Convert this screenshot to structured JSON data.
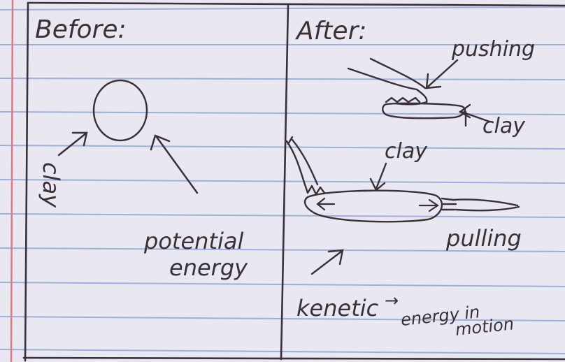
{
  "colors": {
    "paper": "#e9e7f0",
    "rule_line": "#8fa7d6",
    "margin_line": "#d97b85",
    "ink": "#3a3038"
  },
  "panels": {
    "before": {
      "heading": "Before:",
      "labels": {
        "clay": "clay",
        "potential_1": "potential",
        "potential_2": "energy"
      }
    },
    "after": {
      "heading": "After:",
      "labels": {
        "pushing": "pushing",
        "clay_top": "clay",
        "clay_middle": "clay",
        "pulling": "pulling",
        "kenetic": "kenetic",
        "arrow_symbol": "→",
        "energy_in": "energy in",
        "motion": "motion"
      }
    }
  }
}
